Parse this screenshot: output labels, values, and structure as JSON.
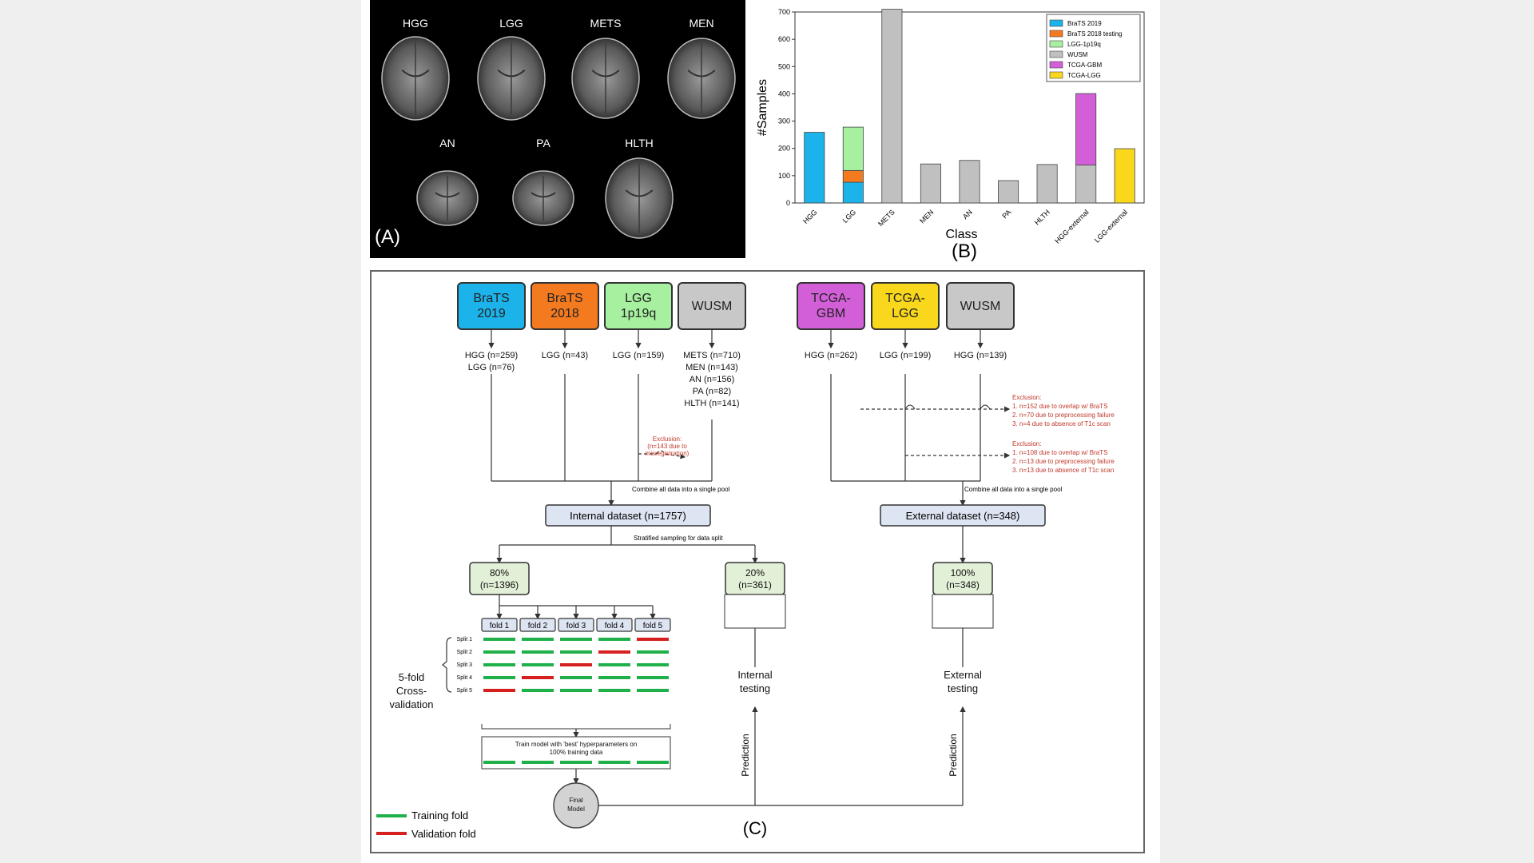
{
  "panel_a": {
    "label": "(A)",
    "scans": [
      {
        "label": "HGG"
      },
      {
        "label": "LGG"
      },
      {
        "label": "METS"
      },
      {
        "label": "MEN"
      },
      {
        "label": "AN"
      },
      {
        "label": "PA"
      },
      {
        "label": "HLTH"
      }
    ]
  },
  "chart_data": {
    "type": "bar",
    "panel_label": "(B)",
    "xlabel": "Class",
    "ylabel": "#Samples",
    "ylim": [
      0,
      700
    ],
    "yticks": [
      0,
      100,
      200,
      300,
      400,
      500,
      600,
      700
    ],
    "grid": false,
    "legend_position": "top-right",
    "categories": [
      "HGG",
      "LGG",
      "METS",
      "MEN",
      "AN",
      "PA",
      "HLTH",
      "HGG-external",
      "LGG-external"
    ],
    "series": [
      {
        "name": "BraTS 2019",
        "color": "#1cb3ea",
        "values": [
          259,
          76,
          0,
          0,
          0,
          0,
          0,
          0,
          0
        ]
      },
      {
        "name": "BraTS 2018 testing",
        "color": "#f47a20",
        "values": [
          0,
          43,
          0,
          0,
          0,
          0,
          0,
          0,
          0
        ]
      },
      {
        "name": "LGG-1p19q",
        "color": "#a6f0a0",
        "values": [
          0,
          159,
          0,
          0,
          0,
          0,
          0,
          0,
          0
        ]
      },
      {
        "name": "WUSM",
        "color": "#c0c0c0",
        "values": [
          0,
          0,
          710,
          143,
          156,
          82,
          141,
          139,
          0
        ]
      },
      {
        "name": "TCGA-GBM",
        "color": "#d35fd8",
        "values": [
          0,
          0,
          0,
          0,
          0,
          0,
          0,
          262,
          0
        ]
      },
      {
        "name": "TCGA-LGG",
        "color": "#f9d71c",
        "values": [
          0,
          0,
          0,
          0,
          0,
          0,
          0,
          0,
          199
        ]
      }
    ]
  },
  "panel_c": {
    "label": "(C)",
    "sources": [
      {
        "name": "BraTS\n2019",
        "color": "#1cb3ea"
      },
      {
        "name": "BraTS\n2018",
        "color": "#f47a20"
      },
      {
        "name": "LGG\n1p19q",
        "color": "#a6f0a0"
      },
      {
        "name": "WUSM",
        "color": "#c8c8c8"
      },
      {
        "name": "TCGA-\nGBM",
        "color": "#d35fd8"
      },
      {
        "name": "TCGA-\nLGG",
        "color": "#f9d71c"
      },
      {
        "name": "WUSM",
        "color": "#c8c8c8"
      }
    ],
    "counts": [
      [
        "HGG (n=259)",
        "LGG (n=76)"
      ],
      [
        "LGG (n=43)"
      ],
      [
        "LGG (n=159)"
      ],
      [
        "METS (n=710)",
        "MEN (n=143)",
        "AN (n=156)",
        "PA (n=82)",
        "HLTH (n=141)"
      ],
      [
        "HGG (n=262)"
      ],
      [
        "LGG (n=199)"
      ],
      [
        "HGG (n=139)"
      ]
    ],
    "exclusion_internal": [
      "Exclusion:",
      "(n=143 due to",
      "misregistration)"
    ],
    "exclusion_ext_1": [
      "Exclusion:",
      "1.  n=152 due to overlap w/ BraTS",
      "2.  n=70 due to preprocessing failure",
      "3.  n=4 due to absence of T1c scan"
    ],
    "exclusion_ext_2": [
      "Exclusion:",
      "1.  n=108 due to overlap w/ BraTS",
      "2.  n=13 due to preprocessing failure",
      "3.  n=13 due to absence of T1c scan"
    ],
    "combine_text": "Combine all data into a single pool",
    "internal_dataset": "Internal dataset (n=1757)",
    "external_dataset": "External dataset (n=348)",
    "stratified_text": "Stratified sampling for data split",
    "split_train": [
      "80%",
      "(n=1396)"
    ],
    "split_test": [
      "20%",
      "(n=361)"
    ],
    "split_external": [
      "100%",
      "(n=348)"
    ],
    "folds": [
      "fold 1",
      "fold 2",
      "fold 3",
      "fold 4",
      "fold 5"
    ],
    "splits": [
      "Split 1",
      "Split 2",
      "Split 3",
      "Split 4",
      "Split 5"
    ],
    "validation_fold_index": [
      4,
      3,
      2,
      1,
      0
    ],
    "cv_label": [
      "5-fold",
      "Cross-",
      "validation"
    ],
    "train_model_text": [
      "Train model with 'best' hyperparameters on",
      "100% training data"
    ],
    "final_model": [
      "Final",
      "Model"
    ],
    "internal_testing": [
      "Internal",
      "testing"
    ],
    "external_testing": [
      "External",
      "testing"
    ],
    "prediction": "Prediction",
    "legend_training": "Training fold",
    "legend_validation": "Validation fold",
    "colors": {
      "training": "#1fb04a",
      "validation": "#d62020",
      "box_fill": "#dde4f2",
      "split_fill": "#e3f0d8",
      "exclusion": "#c0392b"
    }
  }
}
